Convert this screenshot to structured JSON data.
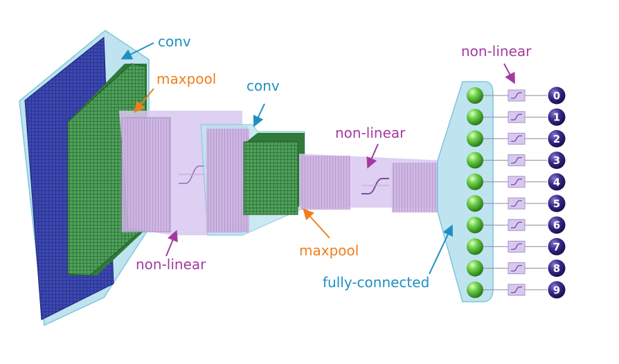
{
  "colors": {
    "conv": "#1f8fc4",
    "maxpool": "#f07f1a",
    "nonlinear": "#a43aa0",
    "fully_connected": "#1f8fc4",
    "halo": "#bfe4f0",
    "halo_stroke": "#7fc4dc",
    "tube": "#d8c8f0",
    "input_grid": "#2a3592",
    "pool_grid": "#3e8a4a",
    "feature_map": "#c4a8d8",
    "node_green": "#5cc238",
    "output_circle": "#3d2a88"
  },
  "labels": {
    "conv_1": "conv",
    "maxpool_1": "maxpool",
    "conv_2": "conv",
    "nonlinear_1": "non-linear",
    "nonlinear_2": "non-linear",
    "nonlinear_3": "non-linear",
    "maxpool_2": "maxpool",
    "fully_connected": "fully-connected"
  },
  "outputs": [
    "0",
    "1",
    "2",
    "3",
    "4",
    "5",
    "6",
    "7",
    "8",
    "9"
  ]
}
